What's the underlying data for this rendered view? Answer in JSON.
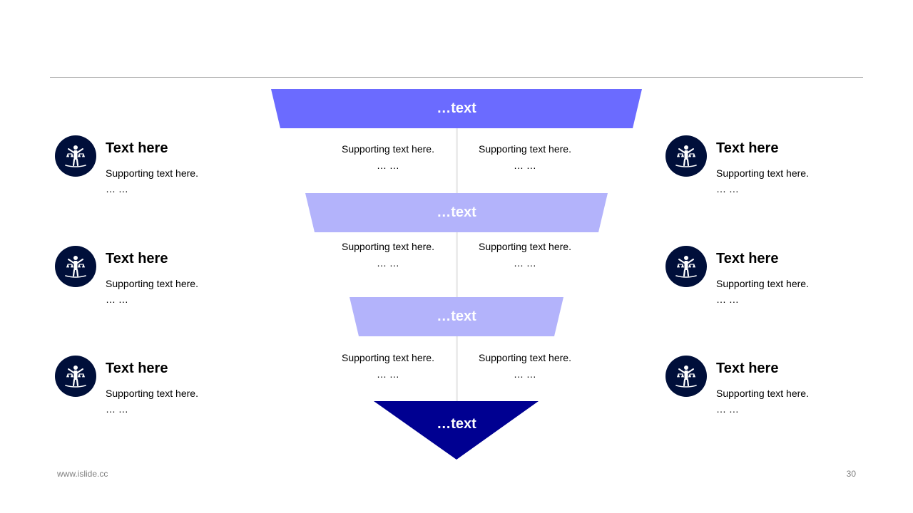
{
  "colors": {
    "segment_1": "#6b6bff",
    "segment_2": "#b3b3fb",
    "segment_3": "#b3b3fb",
    "segment_4": "#000091",
    "icon_bg": "#000f3a"
  },
  "funnel": {
    "segments": [
      {
        "label": "…text"
      },
      {
        "label": "…text"
      },
      {
        "label": "…text"
      },
      {
        "label": "…text"
      }
    ],
    "notes": [
      {
        "left": "Supporting text here.",
        "left_ellipsis": "… …",
        "right": "Supporting text here.",
        "right_ellipsis": "… …"
      },
      {
        "left": "Supporting text here.",
        "left_ellipsis": "… …",
        "right": "Supporting text here.",
        "right_ellipsis": "… …"
      },
      {
        "left": "Supporting text here.",
        "left_ellipsis": "… …",
        "right": "Supporting text here.",
        "right_ellipsis": "… …"
      }
    ]
  },
  "left_items": [
    {
      "icon": "justice-scale-icon",
      "title": "Text here",
      "text": "Supporting text here.",
      "ellipsis": "… …"
    },
    {
      "icon": "justice-scale-icon",
      "title": "Text here",
      "text": "Supporting text here.",
      "ellipsis": "… …"
    },
    {
      "icon": "justice-scale-icon",
      "title": "Text here",
      "text": "Supporting text here.",
      "ellipsis": "… …"
    }
  ],
  "right_items": [
    {
      "icon": "justice-scale-icon",
      "title": "Text here",
      "text": "Supporting text here.",
      "ellipsis": "… …"
    },
    {
      "icon": "justice-scale-icon",
      "title": "Text here",
      "text": "Supporting text here.",
      "ellipsis": "… …"
    },
    {
      "icon": "justice-scale-icon",
      "title": "Text here",
      "text": "Supporting text here.",
      "ellipsis": "… …"
    }
  ],
  "footer": {
    "url": "www.islide.cc",
    "page_number": "30"
  }
}
